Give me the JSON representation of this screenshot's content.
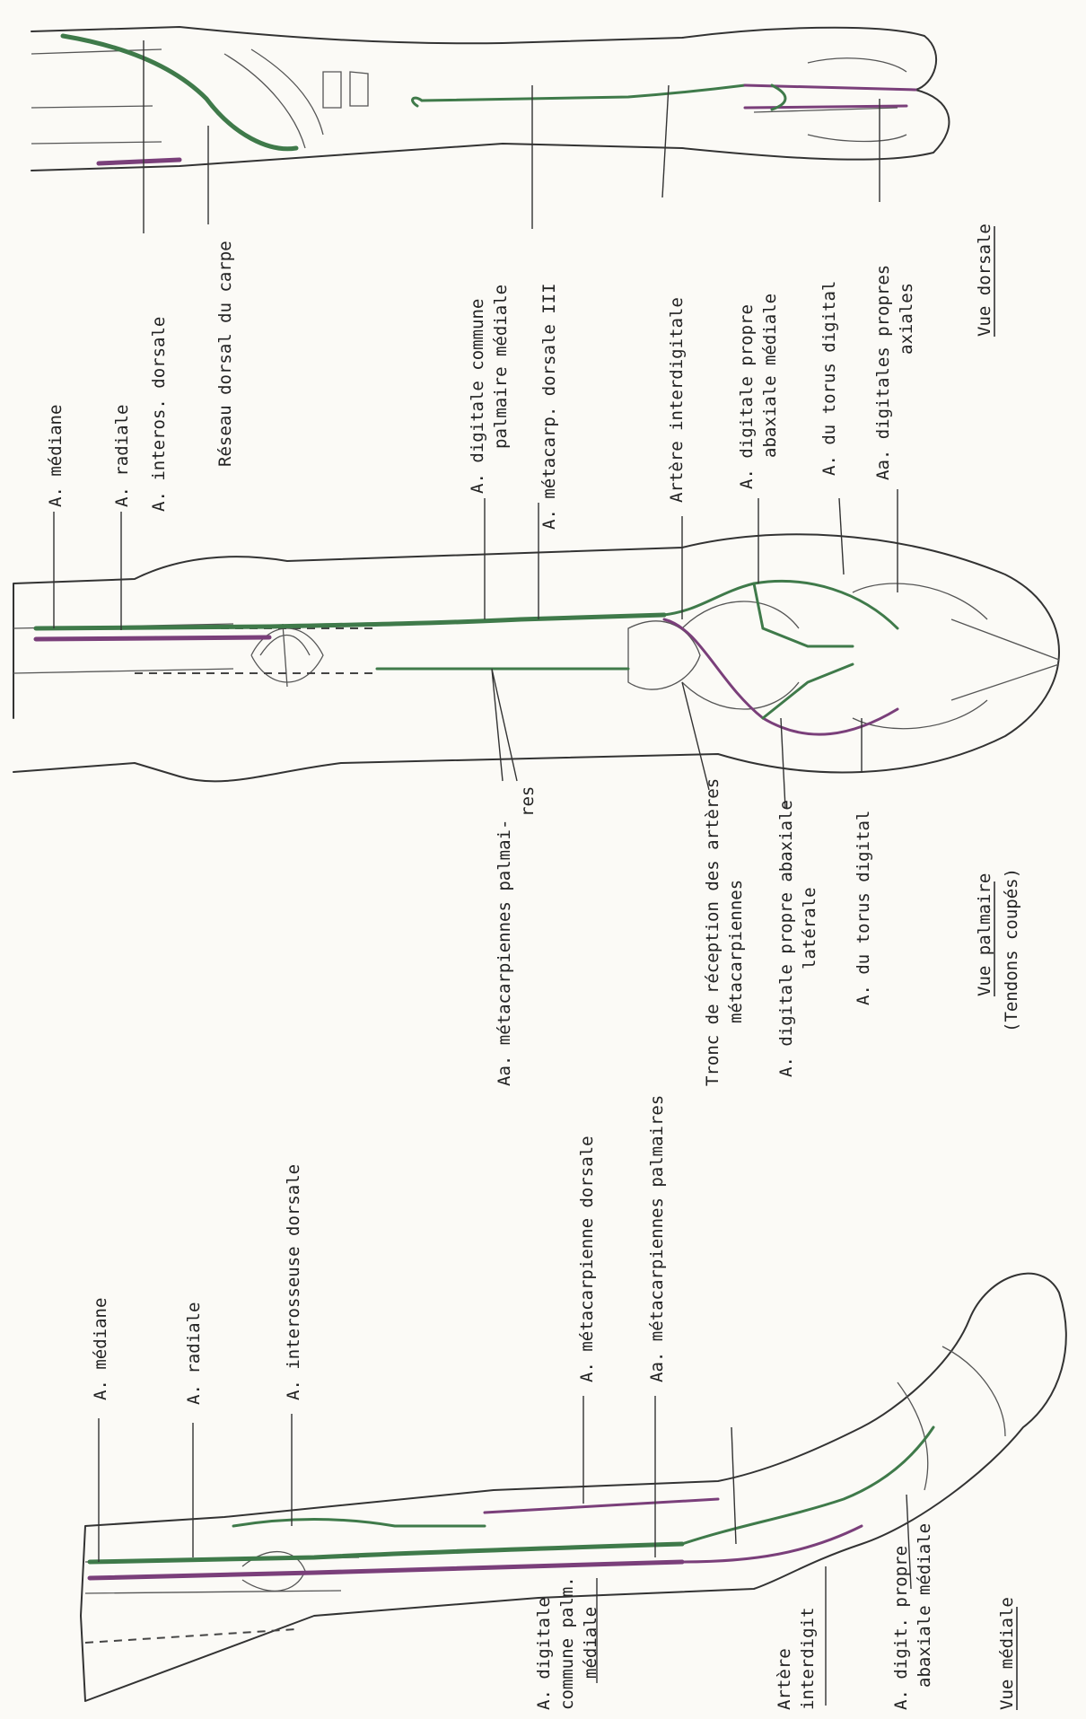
{
  "colors": {
    "artery_green": "#3f7a4a",
    "artery_purple": "#7a3f7a",
    "outline": "#333333",
    "paper": "#fbfaf6"
  },
  "views": {
    "dorsal": {
      "caption": "Vue dorsale",
      "labels": {
        "interos_dorsale": "A. interos. dorsale",
        "reseau_dorsal": "Réseau dorsal du carpe",
        "metacarp_dorsale": "A. métacarp. dorsale III",
        "arter_interdigitale": "Artère interdigitale",
        "digitale_propre_abaxiale_1": "A. digitale propre",
        "digitale_propre_abaxiale_2": "abaxiale médiale",
        "torus_digital": "A. du torus digital",
        "digitales_propres_axiales_1": "Aa. digitales propres",
        "digitales_propres_axiales_2": "axiales"
      }
    },
    "palmar": {
      "caption": "Vue palmaire",
      "caption_note": "(Tendons coupés)",
      "labels": {
        "mediane": "A. médiane",
        "radiale": "A. radiale",
        "digitale_commune_1": "A. digitale commune",
        "digitale_commune_2": "palmaire médiale",
        "metacarpiennes_palmaires_1": "Aa. métacarpiennes palmai-",
        "metacarpiennes_palmaires_2": "res",
        "tronc_reception_1": "Tronc de réception des artères",
        "tronc_reception_2": "métacarpiennes",
        "digitale_abaxiale_laterale_1": "A. digitale propre abaxiale",
        "digitale_abaxiale_laterale_2": "latérale",
        "torus_digital": "A. du torus digital"
      }
    },
    "medial": {
      "caption": "Vue médiale",
      "labels": {
        "mediane": "A. médiane",
        "radiale": "A. radiale",
        "interosseuse_dorsale": "A. interosseuse dorsale",
        "metacarpienne_dorsale": "A. métacarpienne dorsale",
        "metacarpiennes_palmaires": "Aa. métacarpiennes palmaires",
        "digitale_commune_1": "A. digitale",
        "digitale_commune_2": "commune palm.",
        "digitale_commune_3": "médiale",
        "arter_interdigit_1": "Artère",
        "arter_interdigit_2": "interdigit",
        "digit_propre_abaxiale_1": "A. digit. propre",
        "digit_propre_abaxiale_2": "abaxiale médiale"
      }
    }
  }
}
